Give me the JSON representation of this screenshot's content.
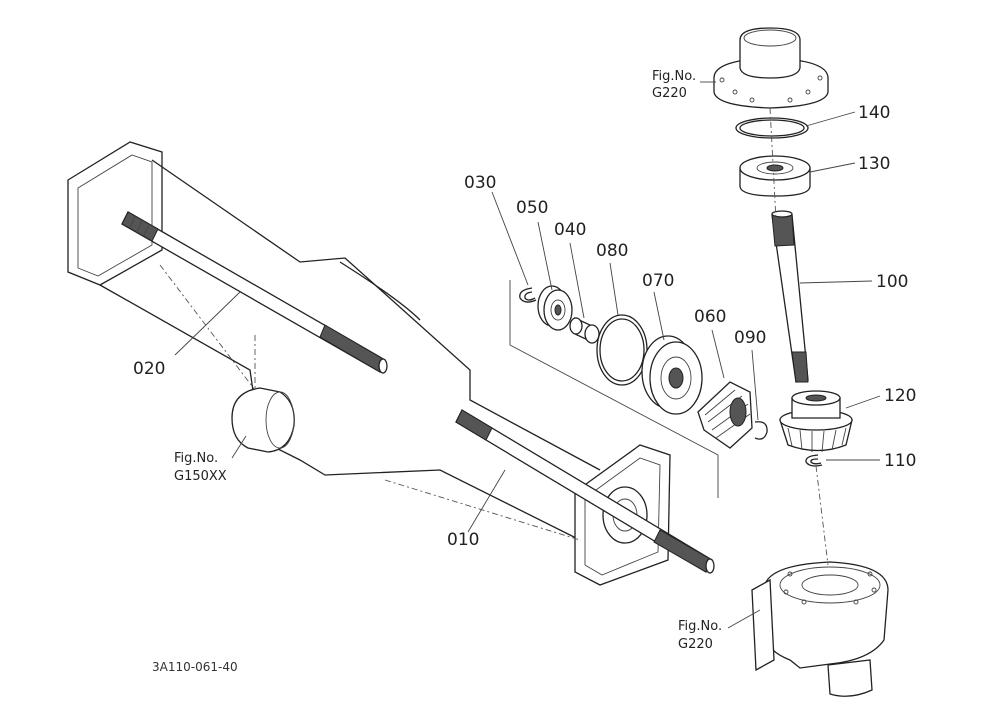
{
  "drawing_code": "3A110-061-40",
  "parts": [
    {
      "id": "010",
      "label": "010"
    },
    {
      "id": "020",
      "label": "020"
    },
    {
      "id": "030",
      "label": "030"
    },
    {
      "id": "040",
      "label": "040"
    },
    {
      "id": "050",
      "label": "050"
    },
    {
      "id": "060",
      "label": "060"
    },
    {
      "id": "070",
      "label": "070"
    },
    {
      "id": "080",
      "label": "080"
    },
    {
      "id": "090",
      "label": "090"
    },
    {
      "id": "100",
      "label": "100"
    },
    {
      "id": "110",
      "label": "110"
    },
    {
      "id": "120",
      "label": "120"
    },
    {
      "id": "130",
      "label": "130"
    },
    {
      "id": "140",
      "label": "140"
    }
  ],
  "figure_refs": {
    "top": {
      "line1": "Fig.No.",
      "line2": "G220"
    },
    "left": {
      "line1": "Fig.No.",
      "line2": "G150XX"
    },
    "bottom": {
      "line1": "Fig.No.",
      "line2": "G220"
    }
  }
}
